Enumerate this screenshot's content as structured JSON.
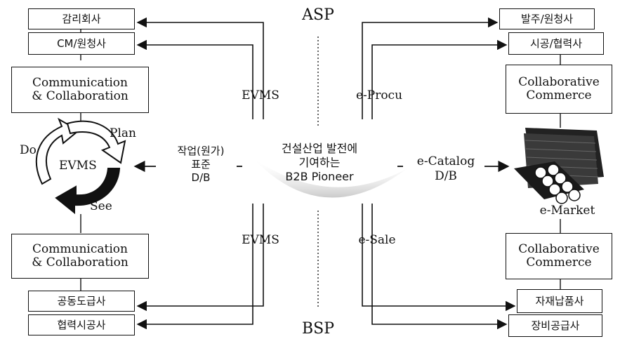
{
  "top_label": "ASP",
  "bottom_label": "BSP",
  "left": {
    "top_boxes": [
      "감리회사",
      "CM/원청사"
    ],
    "collab_top": "Communication\n& Collaboration",
    "cycle": {
      "center": "EVMS",
      "plan": "Plan",
      "do": "Do",
      "see": "See"
    },
    "collab_bottom": "Communication\n& Collaboration",
    "bottom_boxes": [
      "공동도급사",
      "협력시공사"
    ]
  },
  "right": {
    "top_boxes": [
      "발주/원청사",
      "시공/협력사"
    ],
    "collab_top": "Collaborative\nCommerce",
    "market_label": "e-Market",
    "collab_bottom": "Collaborative\nCommerce",
    "bottom_boxes": [
      "자재납품사",
      "장비공급사"
    ]
  },
  "center": {
    "pioneer": "건설산업 발전에\n기여하는\nB2B Pioneer",
    "left_flow": "작업(원가)\n표준\nD/B",
    "right_flow": "e-Catalog\nD/B",
    "evms_top": "EVMS",
    "evms_bottom": "EVMS",
    "e_procu": "e-Procu",
    "e_sale": "e-Sale"
  }
}
